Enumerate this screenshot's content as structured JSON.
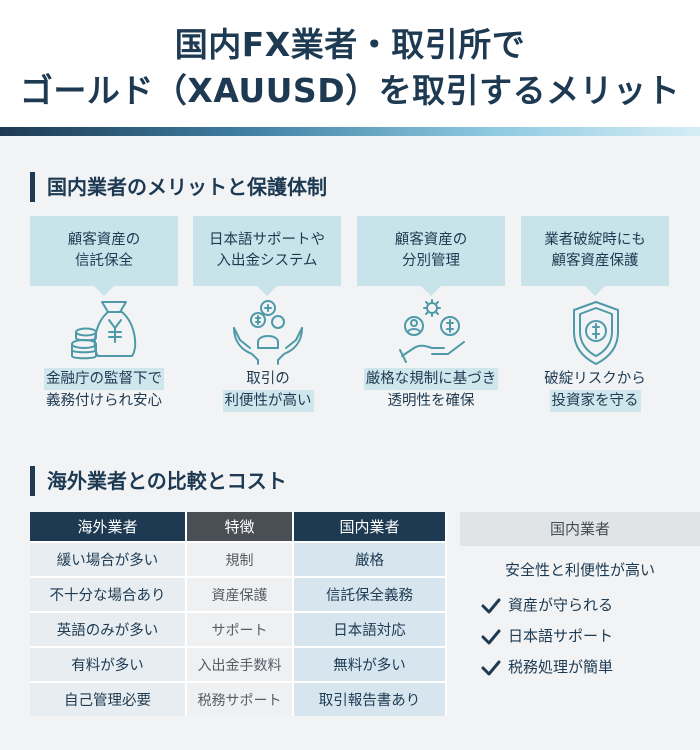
{
  "title": {
    "line1": "国内FX業者・取引所で",
    "line2": "ゴールド（XAUUSD）を取引するメリット"
  },
  "section1": {
    "heading": "国内業者のメリットと保護体制",
    "cards": [
      {
        "line1": "顧客資産の",
        "line2": "信託保全",
        "icon": "money-bag-coins-icon",
        "cap1": "金融庁の監督下で",
        "cap2": "義務付けられ安心"
      },
      {
        "line1": "日本語サポートや",
        "line2": "入出金システム",
        "icon": "hands-coins-icon",
        "cap1": "取引の",
        "cap2": "利便性が高い"
      },
      {
        "line1": "顧客資産の",
        "line2": "分別管理",
        "icon": "hand-people-gear-icon",
        "cap1": "厳格な規制に基づき",
        "cap2": "透明性を確保"
      },
      {
        "line1": "業者破綻時にも",
        "line2": "顧客資産保護",
        "icon": "shield-dollar-icon",
        "cap1": "破綻リスクから",
        "cap2": "投資家を守る"
      }
    ]
  },
  "section2": {
    "heading": "海外業者との比較とコスト",
    "table": {
      "headers": [
        "海外業者",
        "特徴",
        "国内業者"
      ],
      "rows": [
        [
          "緩い場合が多い",
          "規制",
          "厳格"
        ],
        [
          "不十分な場合あり",
          "資産保護",
          "信託保全義務"
        ],
        [
          "英語のみが多い",
          "サポート",
          "日本語対応"
        ],
        [
          "有料が多い",
          "入出金手数料",
          "無料が多い"
        ],
        [
          "自己管理必要",
          "税務サポート",
          "取引報告書あり"
        ]
      ]
    },
    "panel": {
      "heading": "国内業者",
      "summary": "安全性と利便性が高い",
      "items": [
        "資産が守られる",
        "日本語サポート",
        "税務処理が簡単"
      ]
    }
  },
  "colors": {
    "navy": "#1d3a52",
    "card": "#c8e4ea",
    "icon": "#4f9aa8"
  }
}
